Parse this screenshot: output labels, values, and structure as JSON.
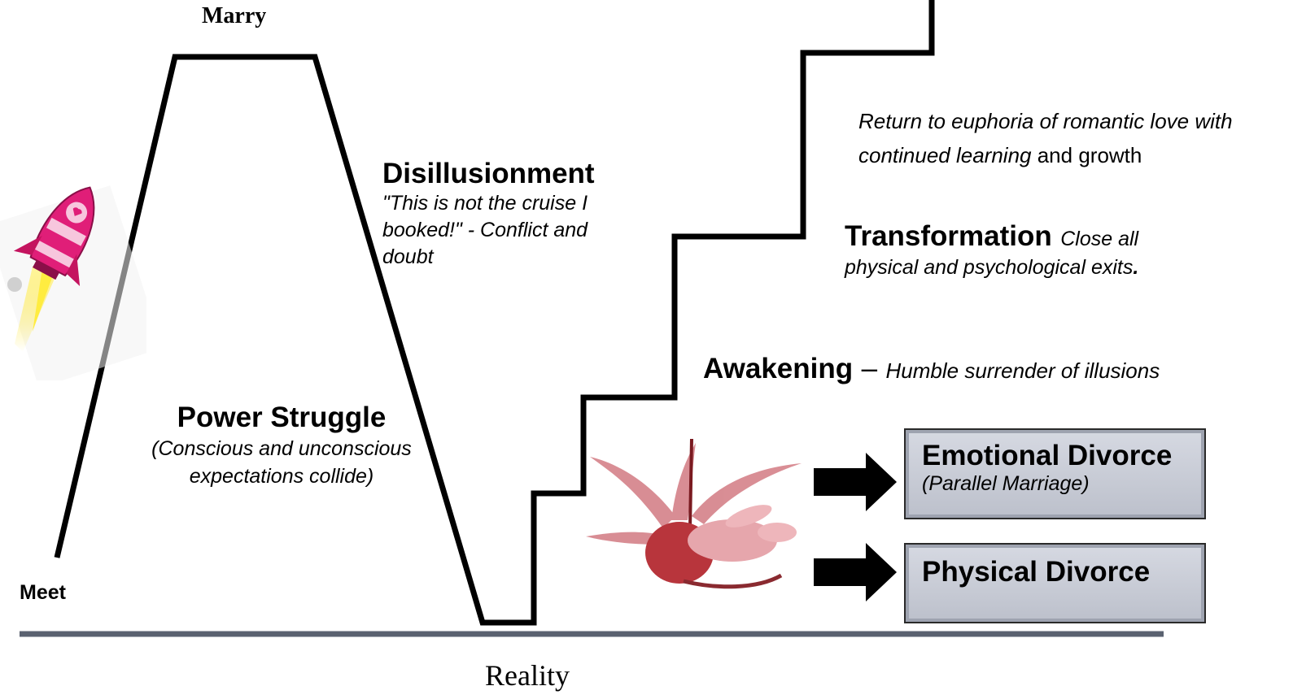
{
  "labels": {
    "marry": "Marry",
    "meet": "Meet",
    "reality": "Reality",
    "disillusionment_title": "Disillusionment",
    "disillusionment_quote_1": "\"This is not the cruise I",
    "disillusionment_quote_2": "booked!\" - Conflict and",
    "disillusionment_quote_3": "doubt",
    "power_struggle_title": "Power Struggle",
    "power_struggle_sub_1": "(Conscious and unconscious",
    "power_struggle_sub_2": "expectations collide)",
    "awakening_title": "Awakening",
    "awakening_dash": "–",
    "awakening_desc": "Humble surrender of illusions",
    "transformation_title": "Transformation",
    "transformation_desc_1": "Close all",
    "transformation_desc_2": "physical and psychological exits",
    "transformation_period": ".",
    "return_line_1": "Return to euphoria of romantic love with",
    "return_line_2_italic": "continued learning",
    "return_line_2_plain": " and growth"
  },
  "boxes": {
    "emotional_divorce_title": "Emotional Divorce",
    "emotional_divorce_sub": "(Parallel Marriage)",
    "physical_divorce_title": "Physical Divorce"
  },
  "colors": {
    "line": "#000000",
    "baseline": "#5a6270",
    "box_fill": "#c8ccd6",
    "rocket_pink": "#e01e78",
    "cupid_red": "#c8323c"
  },
  "icons": {
    "rocket": "rocket-icon",
    "cupid": "fallen-cupid-icon",
    "arrow": "right-arrow-icon"
  }
}
